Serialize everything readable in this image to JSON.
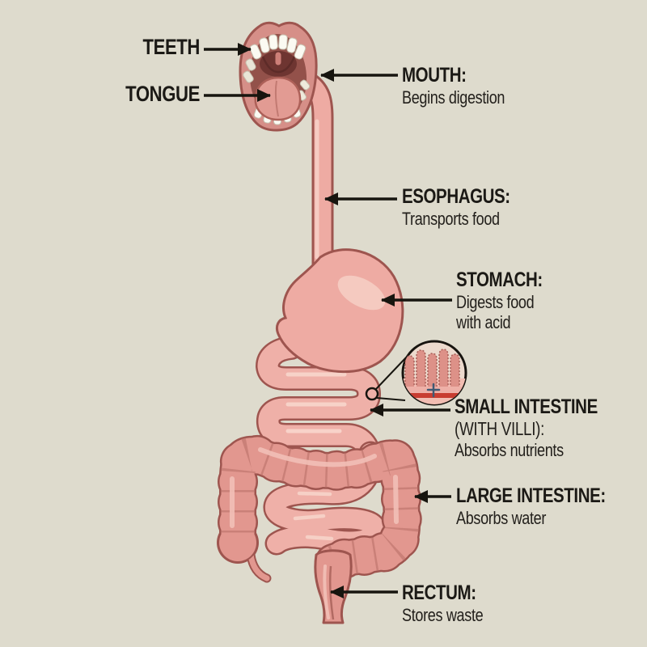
{
  "colors": {
    "bg": "#dedbcd",
    "text": "#1b1915",
    "arrow": "#17150f",
    "organ-pink": "#eeaba3",
    "colon-pink": "#e2978f",
    "outline": "#9e554f",
    "villi-red": "#c83d31"
  },
  "labels": {
    "teeth": {
      "name": "TEETH"
    },
    "tongue": {
      "name": "TONGUE"
    },
    "mouth": {
      "name": "MOUTH:",
      "desc": "Begins digestion"
    },
    "esophagus": {
      "name": "ESOPHAGUS:",
      "desc": "Transports food"
    },
    "stomach": {
      "name": "STOMACH:",
      "desc": "Digests food\nwith acid"
    },
    "small_intestine": {
      "name": "SMALL INTESTINE",
      "qualifier": "(WITH VILLI):",
      "desc": "Absorbs nutrients"
    },
    "large_intestine": {
      "name": "LARGE INTESTINE:",
      "desc": "Absorbs water"
    },
    "rectum": {
      "name": "RECTUM:",
      "desc": "Stores waste"
    }
  }
}
